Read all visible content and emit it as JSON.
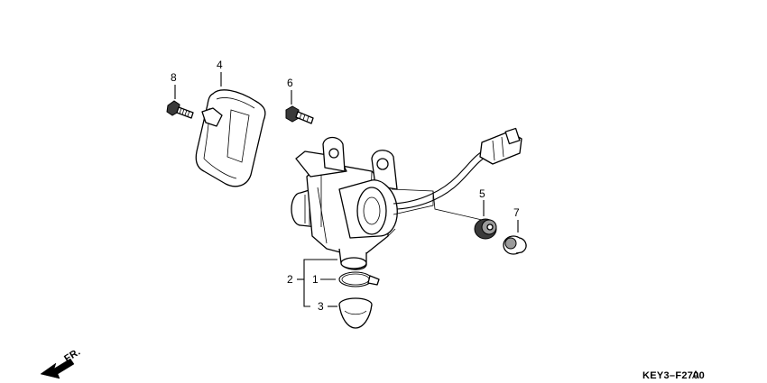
{
  "diagram": {
    "callouts": [
      "1",
      "2",
      "3",
      "4",
      "5",
      "6",
      "7",
      "8"
    ],
    "direction_label": "FR.",
    "figure_code": "KEY3–F2700",
    "figure_suffix": "A"
  }
}
